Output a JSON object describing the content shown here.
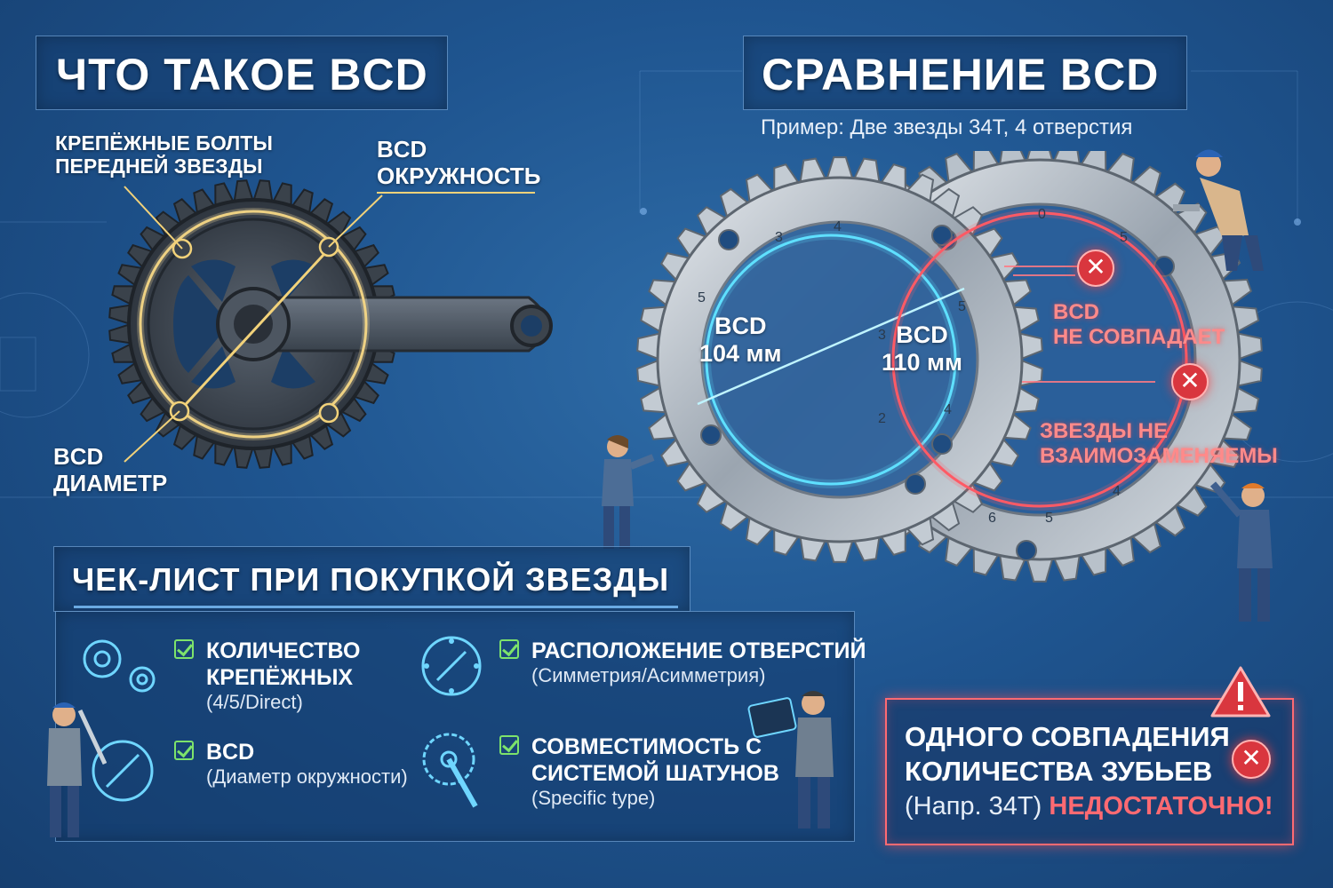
{
  "left_section": {
    "title": "ЧТО ТАКОЕ BCD",
    "label_bolts": "КРЕПЁЖНЫЕ БОЛТЫ\nПЕРЕДНЕЙ ЗВЕЗДЫ",
    "label_circle": "BCD\nОКРУЖНОСТЬ",
    "label_diameter": "BCD\nДИАМЕТР"
  },
  "compare_section": {
    "title": "СРАВНЕНИЕ BCD",
    "subtitle": "Пример: Две звезды 34Т, 4 отверстия",
    "left_bcd": "BCD\n104 мм",
    "right_bcd": "BCD\n110 мм",
    "mismatch": "BCD\nНЕ СОВПАДАЕТ",
    "not_interchangeable": "ЗВЕЗДЫ НЕ\nВЗАИМОЗАМЕНЯЕМЫ"
  },
  "checklist": {
    "title": "ЧЕК-ЛИСТ ПРИ ПОКУПКОЙ ЗВЕЗДЫ",
    "items": [
      {
        "main": "КОЛИЧЕСТВО\nКРЕПЁЖНЫХ",
        "sub": "(4/5/Direct)"
      },
      {
        "main": "BCD",
        "sub": "(Диаметр окружности)"
      },
      {
        "main": "РАСПОЛОЖЕНИЕ ОТВЕРСТИЙ",
        "sub": "(Симметрия/Асимметрия)"
      },
      {
        "main": "СОВМЕСТИМОСТЬ С\nСИСТЕМОЙ ШАТУНОВ",
        "sub": "(Specific type)"
      }
    ]
  },
  "warning": {
    "line1": "ОДНОГО СОВПАДЕНИЯ",
    "line2": "КОЛИЧЕСТВА ЗУБЬЕВ",
    "line3_prefix": "(Напр. 34Т)",
    "line3_emph": "НЕДОСТАТОЧНО!"
  },
  "colors": {
    "accent_gold": "#f2d27a",
    "accent_cyan": "#5fe0ff",
    "accent_red": "#ff4d55",
    "check_green": "#7de36b"
  }
}
